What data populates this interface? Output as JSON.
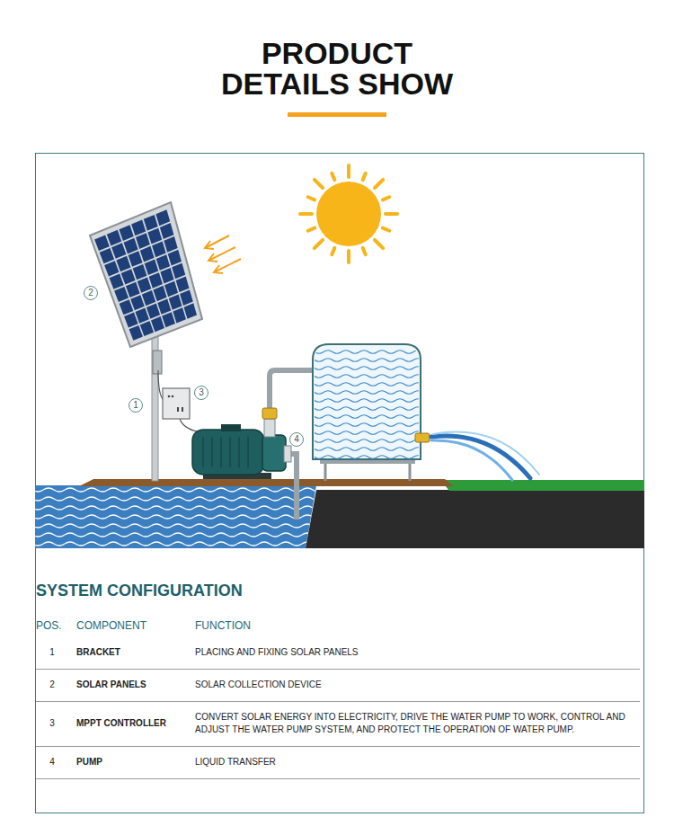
{
  "diagram": {
    "title": "PRODUCT DETAILS SHOW",
    "labels": [
      "2",
      "3",
      "1",
      "4",
      "SYSTEM CONFIGURATION",
      "POS.",
      "COMPONENT",
      "FUNCTION",
      "1",
      "BRACKET",
      "PLACING AND FIXING SOLAR PANELS",
      "2",
      "SOLAR PANELS",
      "SOLAR COLLECTION DEVICE",
      "3",
      "MPPT CONTROLLER",
      "CONVERT SOLAR ENERGY INTO ELECTRICITY, DRIVE THE WATER PUMP TO WORK, CONTROL AND ADJUST THE WATER PUMP SYSTEM, AND PROTECT THE OPERATION OF WATER PUMP.",
      "4",
      "PUMP",
      "LIQUID TRANSFER"
    ]
  }
}
